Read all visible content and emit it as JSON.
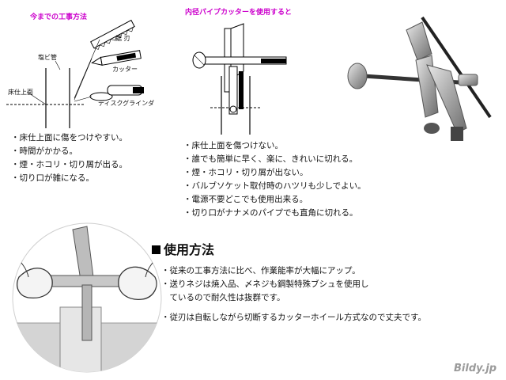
{
  "old_method": {
    "title": "今までの工事方法",
    "labels": {
      "saw_blade": "鋸 刃",
      "pipe": "塩ビ管",
      "cutter": "カッター",
      "floor_surface": "床仕上面",
      "grinder": "ディスクグラインダ"
    },
    "points": [
      "床仕上面に傷をつけやすい。",
      "時間がかかる。",
      "煙・ホコリ・切り屑が出る。",
      "切り口が雑になる。"
    ]
  },
  "new_method": {
    "title": "内径パイプカッターを使用すると",
    "points": [
      "床仕上面を傷つけない。",
      "誰でも簡単に早く、楽に、きれいに切れる。",
      "煙・ホコリ・切り屑が出ない。",
      "バルブソケット取付時のハツリも少しでよい。",
      "電源不要どこでも使用出来る。",
      "切り口がナナメのパイプでも直角に切れる。"
    ]
  },
  "usage": {
    "heading": "使用方法",
    "points": [
      "・従来の工事方法に比べ、作業能率が大幅にアップ。",
      "・送りネジは焼入品、〆ネジも鋼製特殊ブシュを使用し",
      "　ているので耐久性は抜群です。",
      "・従刃は自転しながら切断するカッターホイール方式なので丈夫です。"
    ]
  },
  "brand": "Bildy.jp",
  "colors": {
    "title_accent": "#cc00cc",
    "brand_gray": "#9a9a9a"
  }
}
